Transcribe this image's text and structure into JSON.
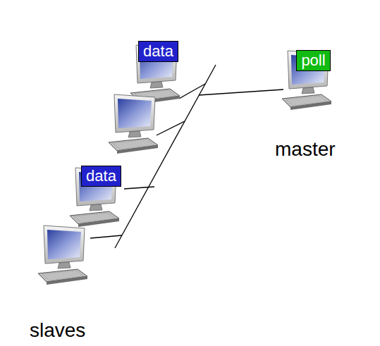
{
  "diagram": {
    "nodes": [
      {
        "text": [
          "data"
        ]
      },
      {
        "text": [
          "poll"
        ]
      },
      {
        "text": [
          "data"
        ]
      }
    ],
    "labels": [
      "master",
      "slaves"
    ]
  }
}
